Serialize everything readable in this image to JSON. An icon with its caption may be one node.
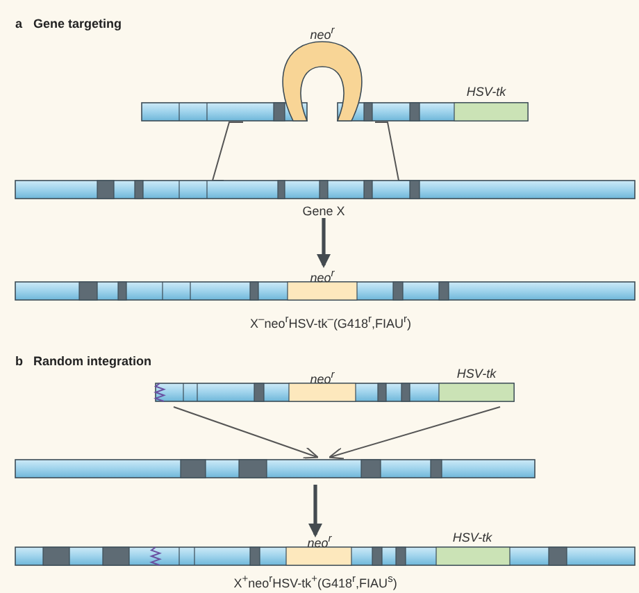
{
  "diagram": {
    "nodes": [
      {
        "text": [],
        "shape": "bar",
        "beside": [
          "HSV-tk"
        ]
      },
      {
        "text": [
          "neo$^{r}$"
        ]
      },
      {
        "text": [],
        "shape": "bar",
        "beside": [
          "Gene X"
        ]
      },
      {
        "text": [],
        "shape": "bar",
        "beside": [
          "neo$^{r}$",
          "X$^{–}$neo$^{r}$HSV-tk$^{–}$(G418$^{r}$,FIAU$^{r}$)"
        ]
      },
      {
        "text": [],
        "shape": "bar",
        "beside": [
          "neo$^{r}$",
          "HSV-tk"
        ]
      },
      {
        "text": [],
        "shape": "bar"
      },
      {
        "text": [],
        "shape": "bar",
        "beside": [
          "neo$^{r}$",
          "HSV-tk",
          "X$^{+}$neo$^{r}$HSV-tk$^{+}$(G418$^{r}$,FIAU$^{s}$)"
        ]
      }
    ],
    "edges": [
      {
        "from": 0,
        "to": 2,
        "arrow": "none"
      },
      {
        "from": 0,
        "to": 2,
        "arrow": "none"
      },
      {
        "from": 2,
        "to": 3,
        "arrow": "to",
        "style": "thick"
      },
      {
        "from": 4,
        "to": 5,
        "arrow": "to"
      },
      {
        "from": 4,
        "to": 5,
        "arrow": "to"
      },
      {
        "from": 5,
        "to": 6,
        "arrow": "to",
        "style": "thick"
      }
    ],
    "labels": [
      "a",
      "Gene targeting",
      "b",
      "Random integration"
    ]
  }
}
